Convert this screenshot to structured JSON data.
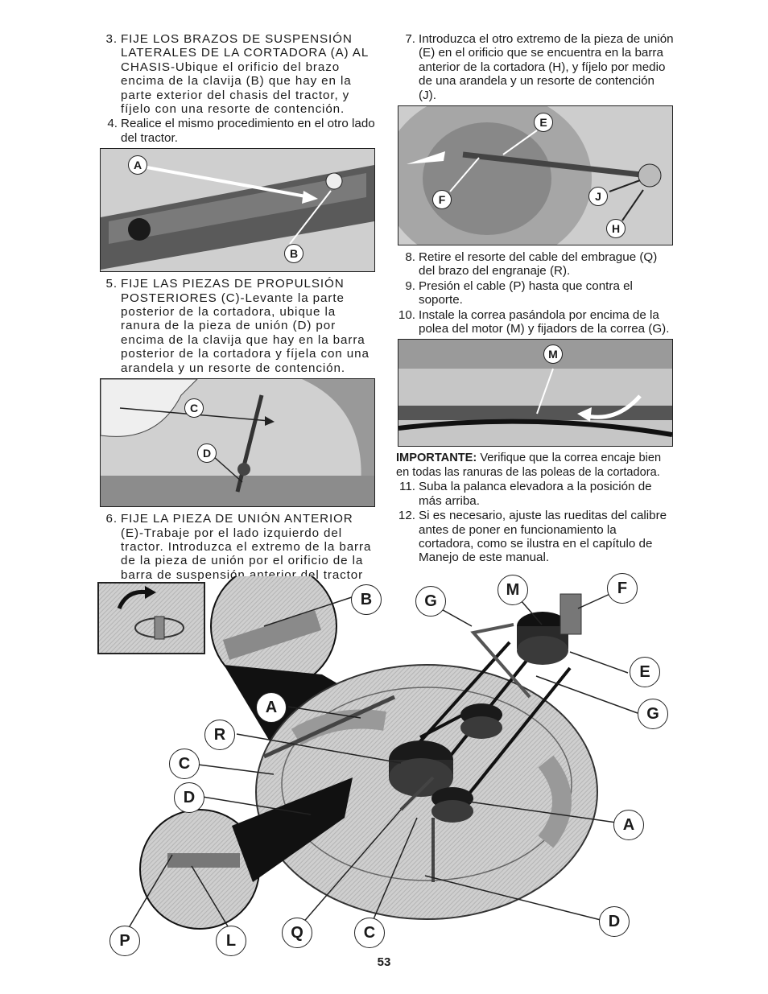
{
  "left_column": {
    "step3": {
      "num": "3.",
      "text": "FIJE LOS BRAZOS DE SUSPENSIÓN LATERALES DE LA CORTADORA (A) AL CHASIS-Ubique el orificio del brazo encima de la clavija (B) que hay en la parte exterior del chasis del tractor, y fíjelo con una resorte de contención."
    },
    "step4": {
      "num": "4.",
      "text": "Realice el mismo procedimiento en el otro lado del tractor."
    },
    "photo1_labels": {
      "a": "A",
      "b": "B"
    },
    "step5": {
      "num": "5.",
      "text": "FIJE LAS PIEZAS DE PROPULSIÓN POSTERIORES (C)-Levante la parte posterior de la cortadora, ubique la ranura de la pieza de unión (D) por encima de la clavija que hay en la barra posterior de la cortadora y fíjela con una arandela y un resorte de contención."
    },
    "photo2_labels": {
      "c": "C",
      "d": "D"
    },
    "step6": {
      "num": "6.",
      "text": "FIJE LA PIEZA DE UNIÓN ANTERIOR (E)-Trabaje por el lado izquierdo del tractor. Introduzca el extremo de la barra de la pieza de unión por el orificio de la barra de suspensión anterior del tractor (F)."
    }
  },
  "right_column": {
    "step7": {
      "num": "7.",
      "text": "Introduzca el otro extremo de la pieza de unión (E) en el orificio que se encuentra en la barra anterior de la cortadora (H), y fíjelo por medio de una arandela y un resorte de contención (J)."
    },
    "photo3_labels": {
      "e": "E",
      "f": "F",
      "j": "J",
      "h": "H"
    },
    "step8": {
      "num": "8.",
      "text": "Retire el resorte del cable del embrague (Q) del brazo del engranaje (R)."
    },
    "step9": {
      "num": "9.",
      "text": "Presión el cable (P) hasta que contra el soporte."
    },
    "step10": {
      "num": "10.",
      "text": "Instale la correa pasándola por encima de la polea del motor (M) y fijadors de la correa (G)."
    },
    "photo4_labels": {
      "m": "M"
    },
    "important_label": "IMPORTANTE:",
    "important_text": " Verifique que la correa encaje bien en todas las ranuras de las poleas de la cortadora.",
    "step11": {
      "num": "11.",
      "text": "Suba la palanca elevadora a la posición de más arriba."
    },
    "step12": {
      "num": "12.",
      "text": "Si es necesario, ajuste las rueditas del calibre antes de poner en funcionamiento la cortadora, como se ilustra en el capítulo de Manejo de este manual."
    }
  },
  "diagram_labels": {
    "b": "B",
    "g_top": "G",
    "m": "M",
    "f": "F",
    "e": "E",
    "g_right": "G",
    "a_left": "A",
    "r": "R",
    "c_left": "C",
    "d_left": "D",
    "a_right": "A",
    "d_right": "D",
    "p": "P",
    "l": "L",
    "q": "Q",
    "c_bottom": "C"
  },
  "page_number": "53"
}
